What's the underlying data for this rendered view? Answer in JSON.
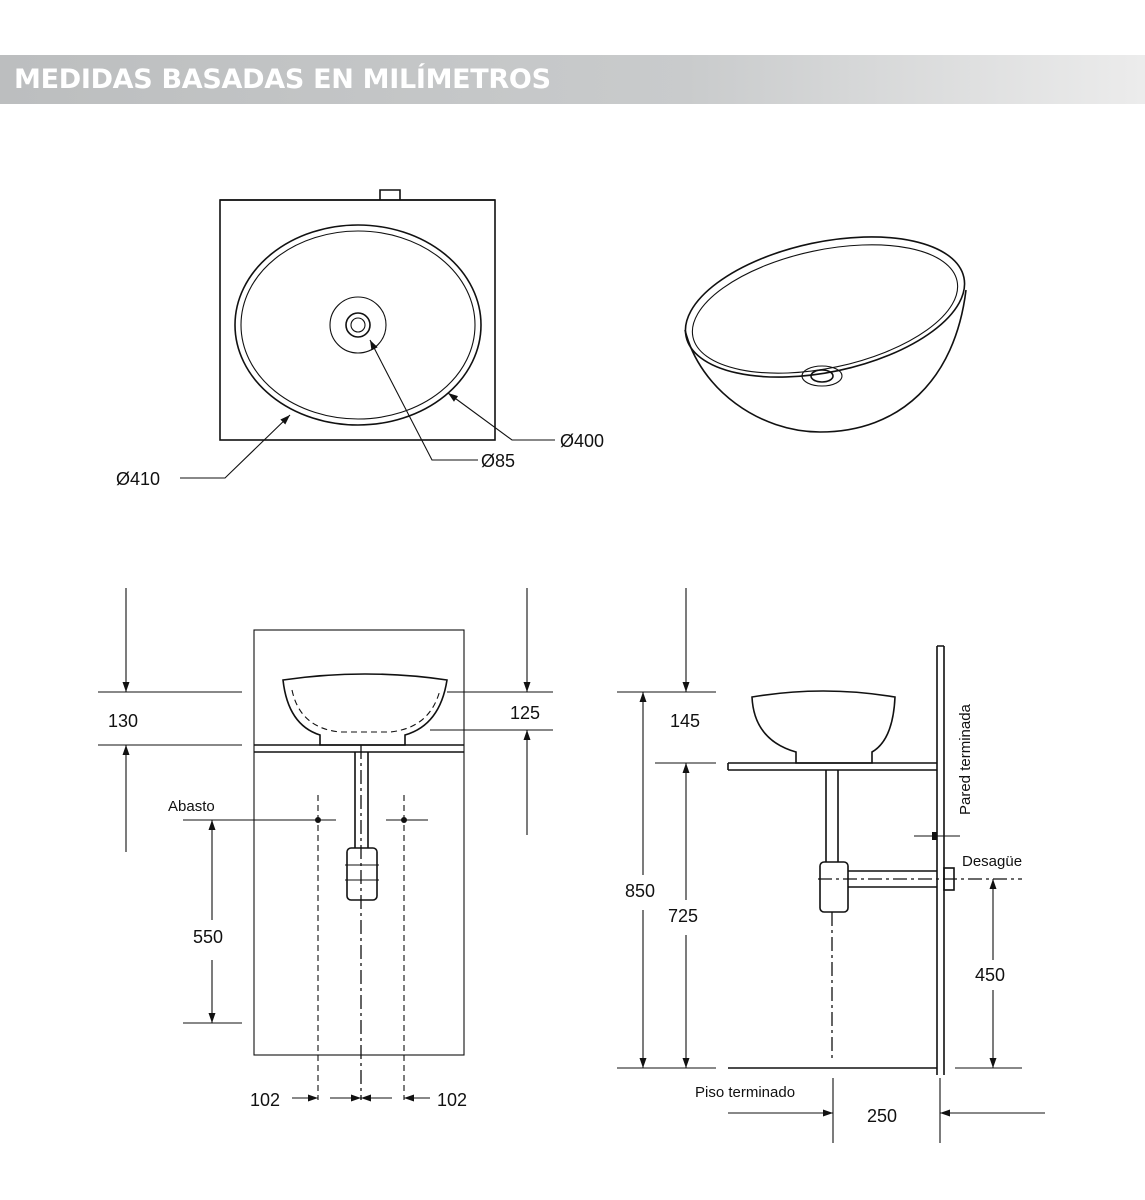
{
  "header": {
    "title": "MEDIDAS BASADAS EN MILÍMETROS"
  },
  "top_view": {
    "d410": "Ø410",
    "d85": "Ø85",
    "d400": "Ø400"
  },
  "front_view": {
    "h130": "130",
    "h125": "125",
    "abasto": "Abasto",
    "h550": "550",
    "w102_left": "102",
    "w102_right": "102"
  },
  "side_view": {
    "h145": "145",
    "h850": "850",
    "h725": "725",
    "h450": "450",
    "w250": "250",
    "wall_label": "Pared terminada",
    "drain_label": "Desagüe",
    "floor_label": "Piso terminado"
  }
}
